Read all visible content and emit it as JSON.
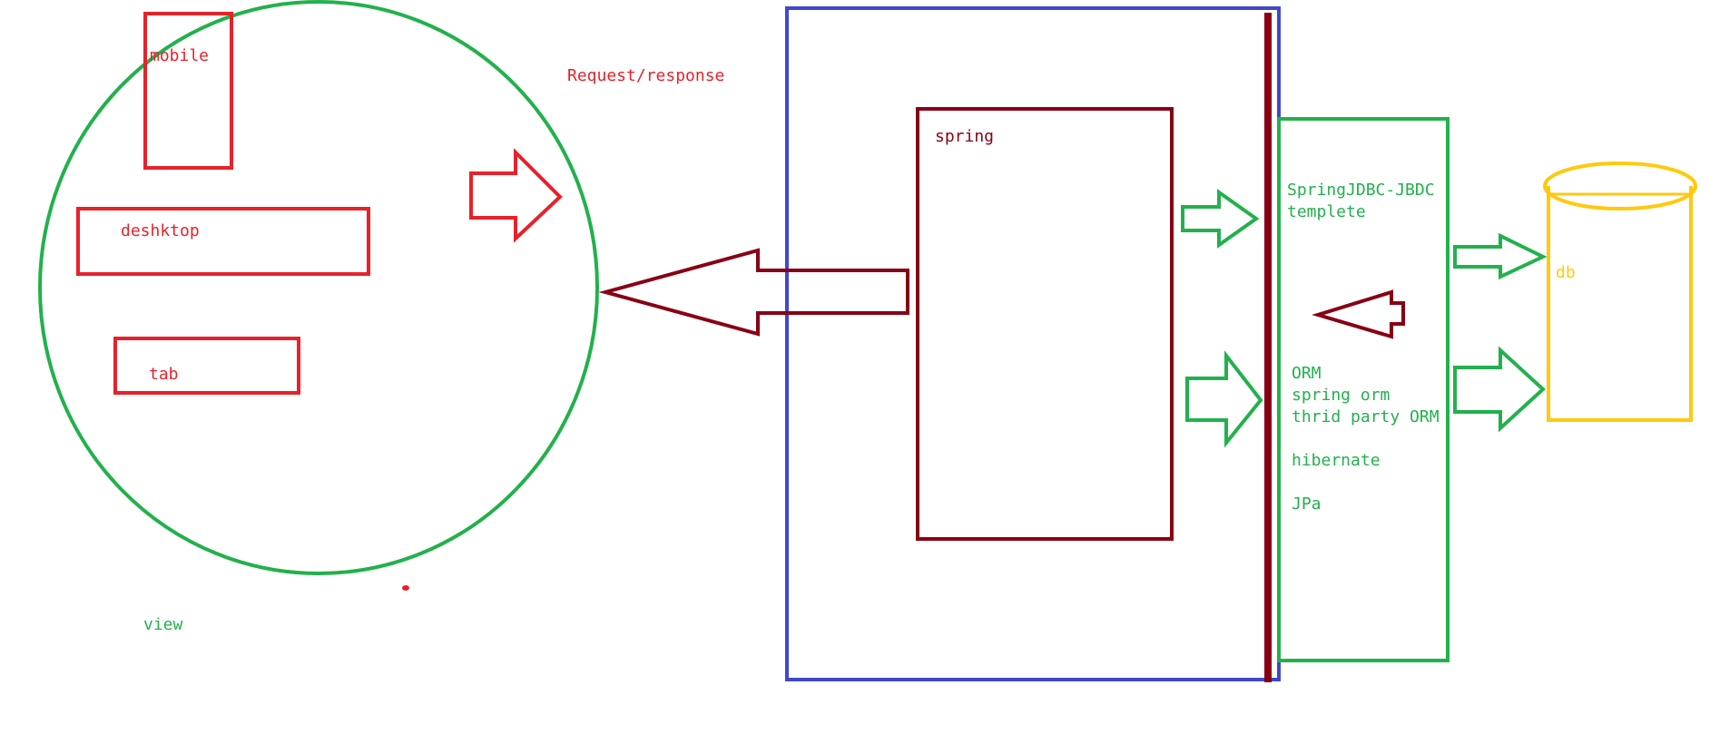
{
  "colors": {
    "red": "#e8212a",
    "green": "#22b14c",
    "blue": "#3f48cc",
    "maroon": "#880015",
    "yellow": "#ffc90e",
    "background": "#ffffff"
  },
  "view": {
    "label": "view",
    "devices": {
      "mobile": "mobile",
      "desktop": "deshktop",
      "tab": "tab"
    }
  },
  "request_label": "Request/response",
  "server": {
    "spring_label": "spring"
  },
  "data_access": {
    "jdbc_line1": "SpringJDBC-JBDC",
    "jdbc_line2": "templete",
    "orm_line1": "ORM",
    "orm_line2": "spring orm",
    "orm_line3": "thrid party ORM",
    "hibernate": "hibernate",
    "jpa": "JPa"
  },
  "database": {
    "label": "db"
  }
}
